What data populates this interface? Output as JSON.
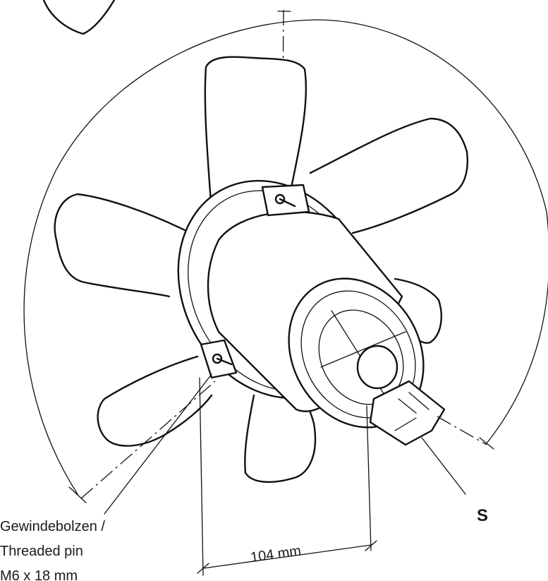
{
  "labels": {
    "threaded_pin_line1": "Gewindebolzen /",
    "threaded_pin_line2": "Threaded pin",
    "threaded_pin_line3": "M6 x 18 mm",
    "dimension": "104 mm",
    "connector": "S"
  }
}
